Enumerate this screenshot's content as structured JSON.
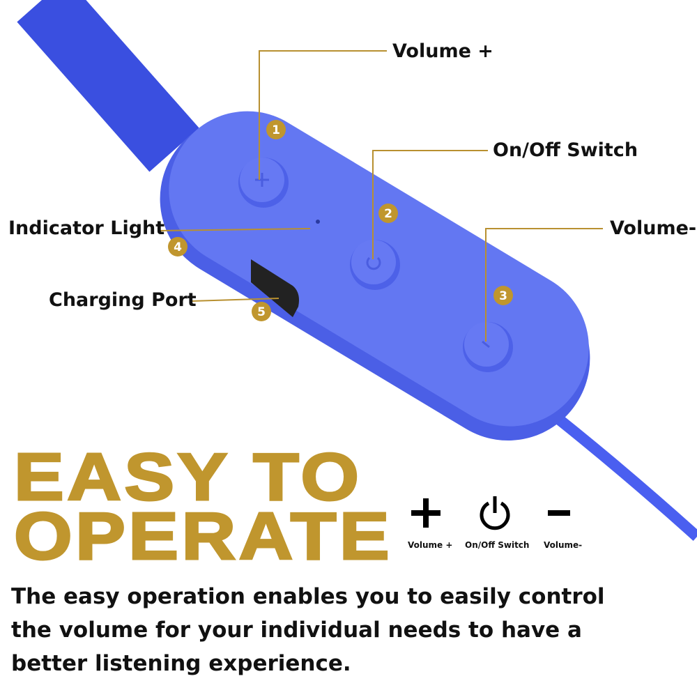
{
  "callouts": [
    {
      "number": "1",
      "label": "Volume +"
    },
    {
      "number": "2",
      "label": "On/Off Switch"
    },
    {
      "number": "3",
      "label": "Volume-"
    },
    {
      "number": "4",
      "label": "Indicator Light"
    },
    {
      "number": "5",
      "label": "Charging Port"
    }
  ],
  "headline": {
    "line1": "EASY  TO",
    "line2": "OPERATE"
  },
  "icons": [
    {
      "icon": "plus-icon",
      "caption": "Volume +"
    },
    {
      "icon": "power-icon",
      "caption": "On/Off Switch"
    },
    {
      "icon": "minus-icon",
      "caption": "Volume-"
    }
  ],
  "description": "The easy operation enables you to easily control the volume for your individual needs to have a better listening experience.",
  "colors": {
    "gold": "#c0962e",
    "device_blue": "#5a6ff0"
  }
}
